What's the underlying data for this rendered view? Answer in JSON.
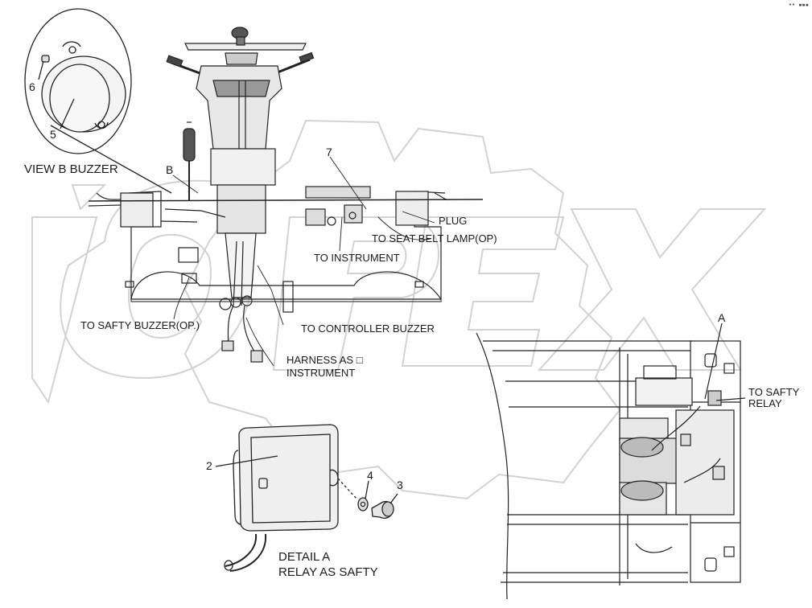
{
  "watermark": "OPEX",
  "corner_mark": "•• ▪▪▪",
  "callouts": {
    "c2": "2",
    "c3": "3",
    "c4": "4",
    "c5": "5",
    "c6": "6",
    "c7": "7",
    "cA": "A",
    "cB": "B"
  },
  "labels": {
    "view_b": "VIEW B   BUZZER",
    "plug": "PLUG",
    "seat_belt": "TO SEAT BELT LAMP(OP)",
    "instrument": "TO INSTRUMENT",
    "safty_buzzer": "TO SAFTY BUZZER(OP.)",
    "controller_buzzer": "TO CONTROLLER BUZZER",
    "harness_line1": "HARNESS AS □",
    "harness_line2": "INSTRUMENT",
    "safty_relay_line1": "TO SAFTY",
    "safty_relay_line2": "RELAY",
    "detail_line1": "DETAIL A",
    "detail_line2": "RELAY AS SAFTY"
  }
}
